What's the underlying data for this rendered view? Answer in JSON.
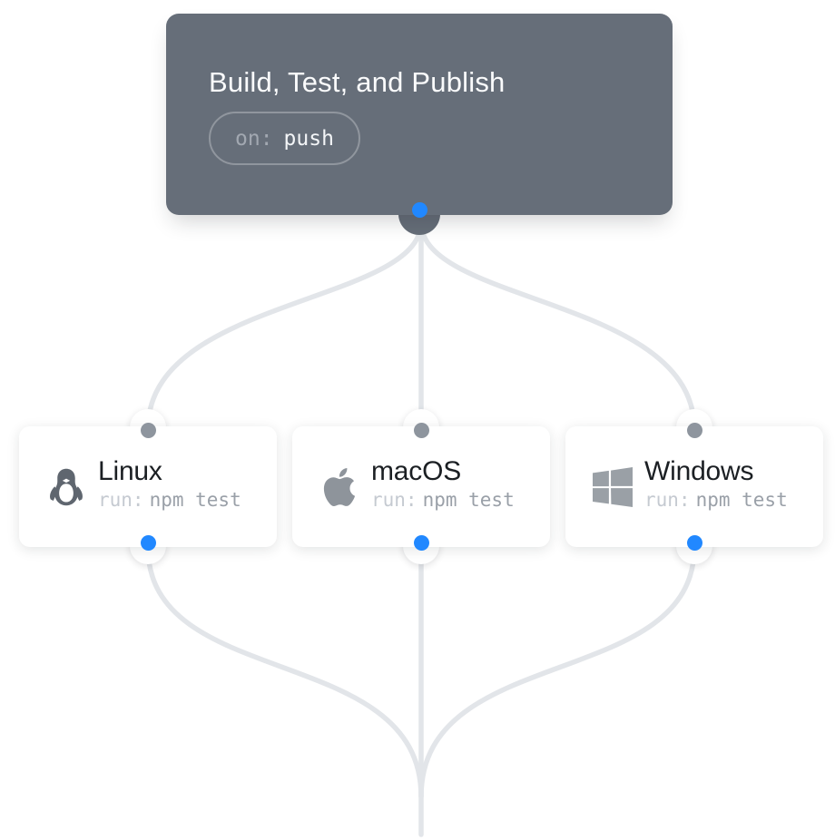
{
  "workflow": {
    "title": "Build, Test, and Publish",
    "trigger_key": "on:",
    "trigger_value": "push"
  },
  "jobs": [
    {
      "name": "Linux",
      "icon": "linux-penguin-icon",
      "run_key": "run:",
      "run_value": "npm test"
    },
    {
      "name": "macOS",
      "icon": "apple-icon",
      "run_key": "run:",
      "run_value": "npm test"
    },
    {
      "name": "Windows",
      "icon": "windows-icon",
      "run_key": "run:",
      "run_value": "npm test"
    }
  ],
  "colors": {
    "accent_blue_port": "#2188ff",
    "gray_port": "#8e959e",
    "trigger_card_bg": "#666e79",
    "connector_line": "#e2e5e9",
    "job_title_text": "#1b1f23",
    "run_key_text": "#c5cad1",
    "run_value_text": "#9aa0a8",
    "penguin_icon": "#5f666f",
    "apple_icon": "#8e949b",
    "windows_icon": "#9aa0a6"
  }
}
